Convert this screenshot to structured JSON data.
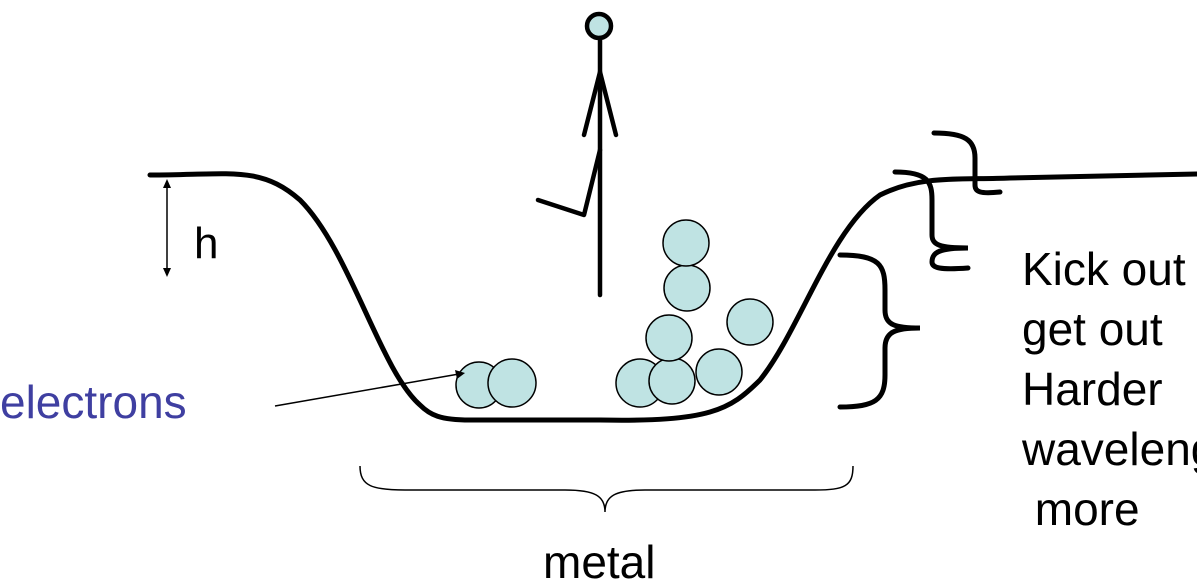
{
  "labels": {
    "h": "h",
    "electrons": "electrons",
    "metal": "metal",
    "caption_line1": "Kick out",
    "caption_line2": "get out",
    "caption_line3": "Harder",
    "caption_line4": "wavelength",
    "caption_line5": " more"
  },
  "colors": {
    "electron_fill": "#bfe3e3",
    "electrons_label": "#3f3fa1",
    "ink": "#000000"
  },
  "icons": {
    "stick_figure": "stick-figure-icon"
  }
}
